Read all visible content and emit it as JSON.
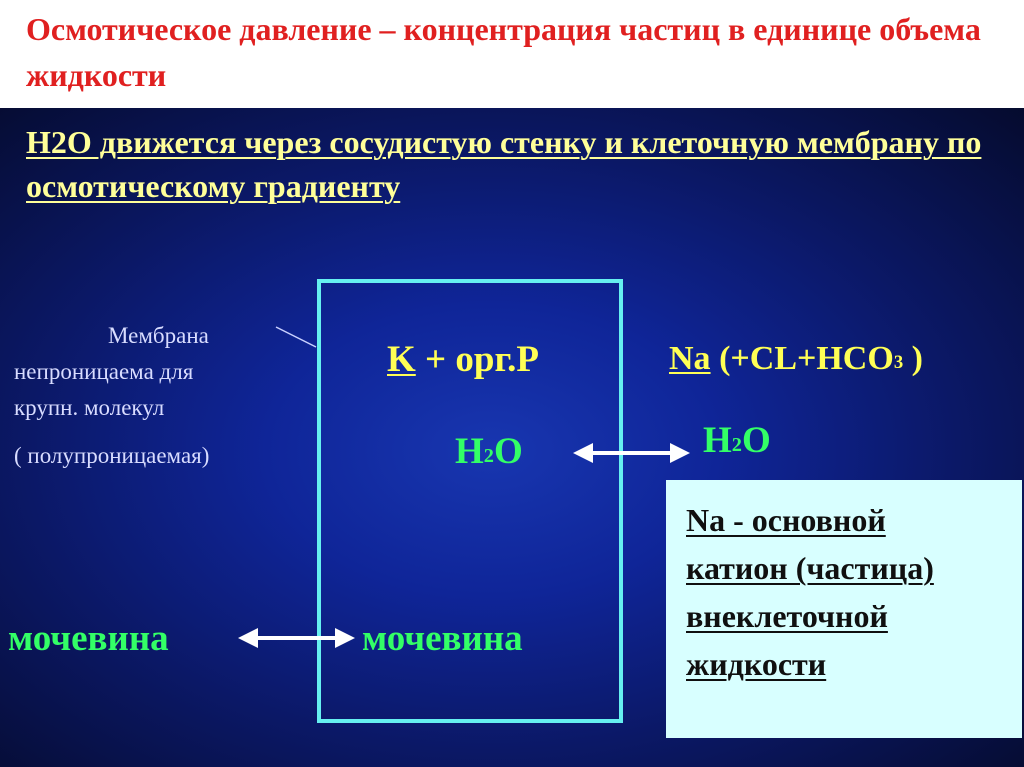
{
  "title": "Осмотическое давление – концентрация частиц в единице объема жидкости",
  "subtitle": "H2O движется через сосудистую стенку и клеточную мембрану по осмотическому градиенту",
  "membrane_label": {
    "line1": "Мембрана",
    "line2": "непроницаема для",
    "line3": "крупн. молекул",
    "line4": "( полупроницаемая)"
  },
  "intracellular": {
    "ions_k": "K",
    "ions_rest": " + орг.Р",
    "water": "H",
    "water_sub": "2",
    "water_end": "O",
    "urea": "мочевина"
  },
  "extracellular": {
    "ions_na": "Na",
    "ions_rest_a": " (+CL+HCO",
    "ions_sub": "3",
    "ions_rest_b": " )",
    "water": "H",
    "water_sub": "2",
    "water_end": "O",
    "urea": "мочевина"
  },
  "info_box": {
    "line1": "Na - основной",
    "line2": "катион (частица)",
    "line3": "внеклеточной",
    "line4": "жидкости"
  },
  "colors": {
    "title": "#e02020",
    "subtitle": "#ffff99",
    "membrane": "#66f0f0",
    "green_text": "#33ff66",
    "ion_text": "#ffff55",
    "info_bg": "#d8ffff",
    "arrow": "#ffffff"
  }
}
